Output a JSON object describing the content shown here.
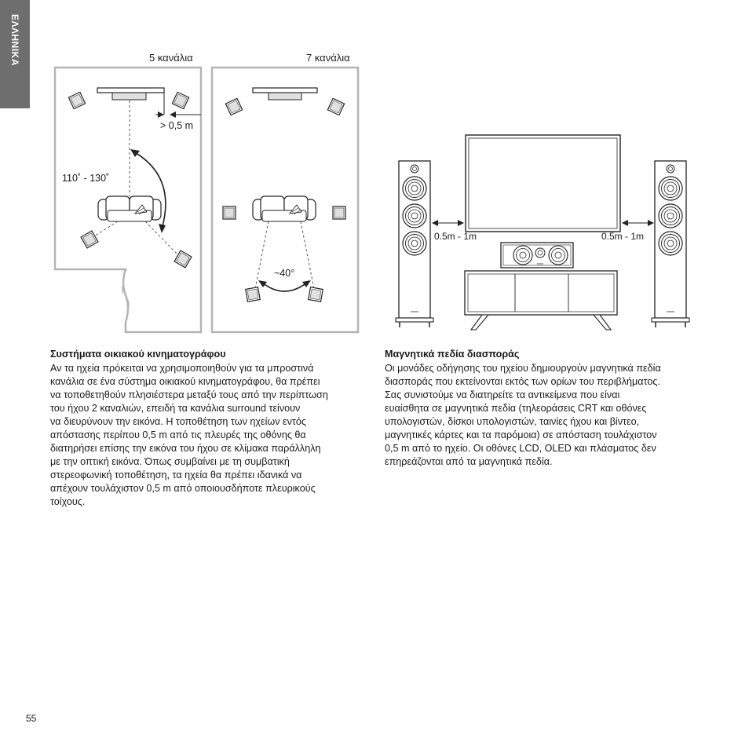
{
  "side_tab": {
    "label": "ΕΛΛΗΝΙΚΑ"
  },
  "figure_left": {
    "label_5ch": "5 κανάλια",
    "label_7ch": "7 κανάλια",
    "distance_label": "> 0,5 m",
    "angle_label": "110˚ - 130˚",
    "angle_7ch_label": "~40°"
  },
  "figure_right": {
    "gap_left_label": "0.5m - 1m",
    "gap_right_label": "0.5m - 1m"
  },
  "section_home_cinema": {
    "heading": "Συστήματα οικιακού κινηματογράφου",
    "lines": [
      "Αν τα ηχεία πρόκειται να χρησιμοποιηθούν για τα μπροστινά",
      "κανάλια σε ένα σύστημα οικιακού κινηματογράφου, θα πρέπει",
      "να τοποθετηθούν πλησιέστερα μεταξύ τους από την περίπτωση",
      "του ήχου 2 καναλιών, επειδή τα κανάλια surround τείνουν",
      "να διευρύνουν την εικόνα. Η τοποθέτηση των ηχείων εντός",
      "απόστασης περίπου 0,5 m από τις πλευρές της οθόνης θα",
      "διατηρήσει επίσης την εικόνα του ήχου σε κλίμακα παράλληλη",
      "με την οπτική εικόνα. Όπως συμβαίνει με τη συμβατική",
      "στερεοφωνική τοποθέτηση, τα ηχεία θα πρέπει ιδανικά να",
      "απέχουν τουλάχιστον 0,5 m από οποιουσδήποτε πλευρικούς",
      "τοίχους."
    ]
  },
  "section_magnetic": {
    "heading": "Μαγνητικά πεδία διασποράς",
    "lines": [
      "Οι μονάδες οδήγησης του ηχείου δημιουργούν μαγνητικά πεδία",
      "διασποράς που εκτείνονται εκτός των ορίων του περιβλήματος.",
      "Σας συνιστούμε να διατηρείτε τα αντικείμενα που είναι",
      "ευαίσθητα σε μαγνητικά πεδία (τηλεοράσεις CRT και οθόνες",
      "υπολογιστών, δίσκοι υπολογιστών, ταινίες ήχου και βίντεο,",
      "μαγνητικές κάρτες και τα παρόμοια) σε απόσταση τουλάχιστον",
      "0,5 m από το ηχείο. Οι οθόνες LCD, OLED και πλάσματος δεν",
      "επηρεάζονται από τα μαγνητικά πεδία."
    ]
  },
  "page_number": "55"
}
